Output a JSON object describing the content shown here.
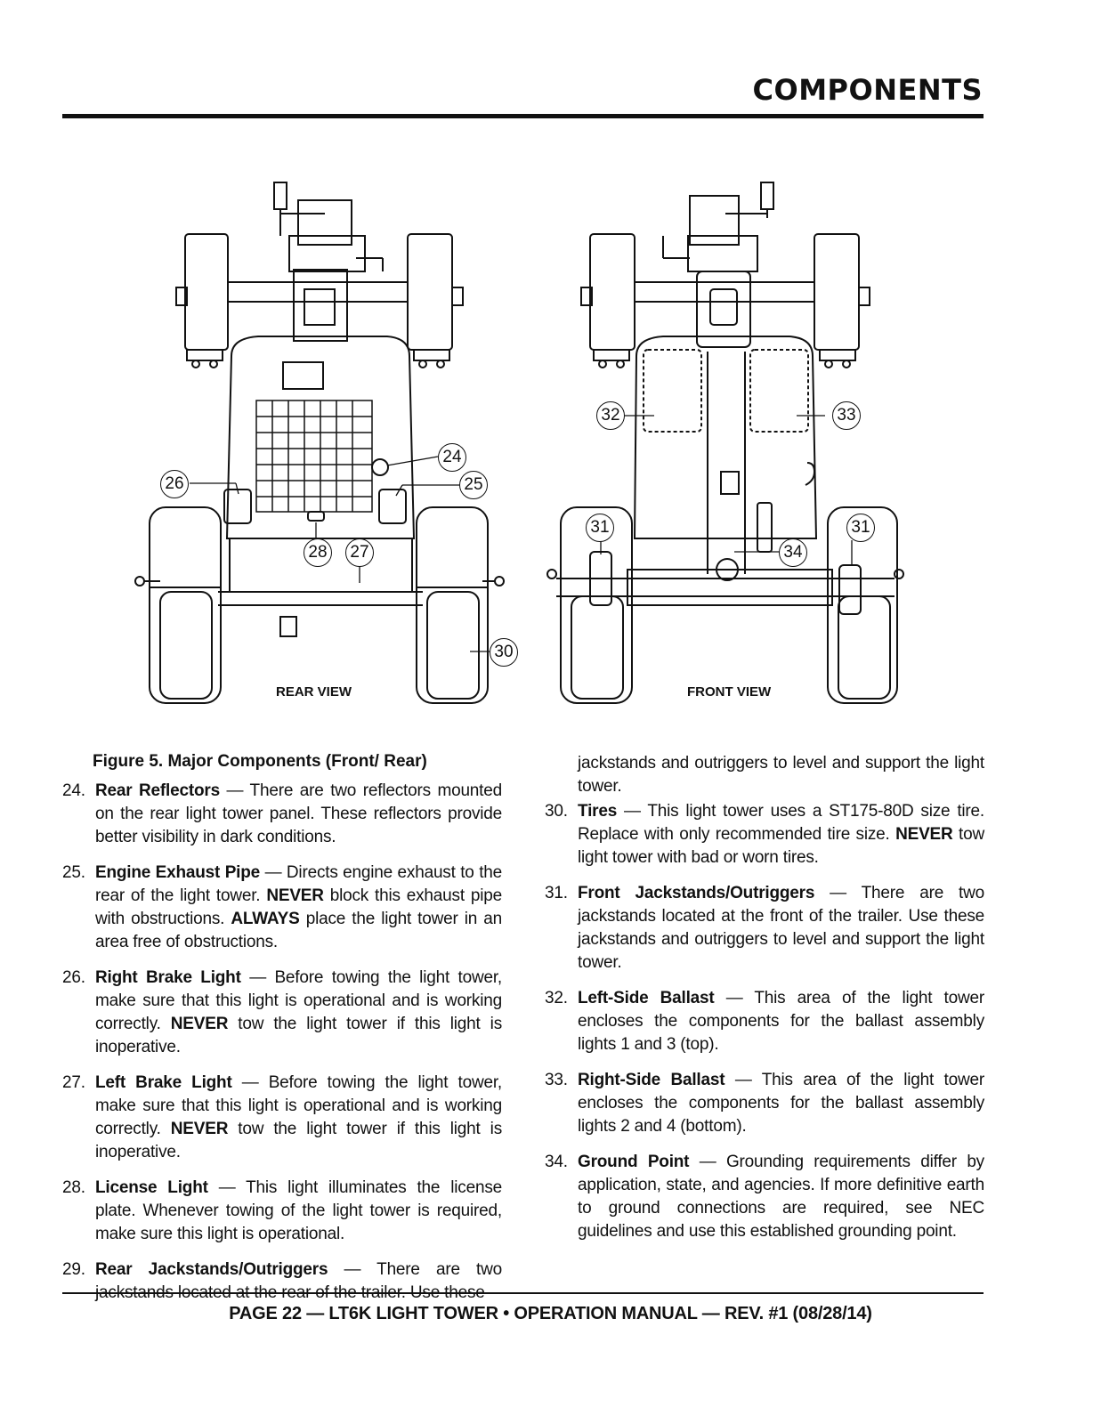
{
  "header": {
    "title": "COMPONENTS"
  },
  "figure": {
    "rear_label": "REAR VIEW",
    "front_label": "FRONT VIEW",
    "callouts": {
      "c24": "24",
      "c25": "25",
      "c26": "26",
      "c27": "27",
      "c28": "28",
      "c30": "30",
      "c31a": "31",
      "c31b": "31",
      "c32": "32",
      "c33": "33",
      "c34": "34"
    },
    "caption": "Figure 5. Major Components (Front/ Rear)"
  },
  "items": {
    "i24": {
      "num": "24.",
      "name": "Rear Reflectors",
      "text": " — There are two reflectors mounted on the rear light tower panel. These reflectors provide better visibility in dark conditions."
    },
    "i25": {
      "num": "25.",
      "name": "Engine Exhaust Pipe",
      "t1": " — Directs engine exhaust to the rear of the light tower. ",
      "s1": "NEVER",
      "t2": " block this exhaust pipe with obstructions. ",
      "s2": "ALWAYS",
      "t3": " place the light tower in an area free of obstructions."
    },
    "i26": {
      "num": "26.",
      "name": "Right Brake Light",
      "t1": " — Before towing the light tower, make sure that this light is operational and is working correctly. ",
      "s1": "NEVER",
      "t2": " tow the light tower if this light is inoperative."
    },
    "i27": {
      "num": "27.",
      "name": "Left Brake Light",
      "t1": " — Before towing the light tower, make sure that this light is operational and is working correctly. ",
      "s1": "NEVER",
      "t2": " tow the light tower if this light is inoperative."
    },
    "i28": {
      "num": "28.",
      "name": "License Light",
      "text": " — This light illuminates the license plate. Whenever towing of the light tower is required, make sure this light is operational."
    },
    "i29": {
      "num": "29.",
      "name": "Rear Jackstands/Outriggers",
      "text": " — There are two jackstands located at the rear of the trailer. Use these"
    },
    "i29_cont": "jackstands and outriggers to level and support the light tower.",
    "i30": {
      "num": "30.",
      "name": "Tires",
      "t1": " — This light tower uses a ST175-80D size tire. Replace with only recommended tire size. ",
      "s1": "NEVER",
      "t2": " tow light tower with bad or worn tires."
    },
    "i31": {
      "num": "31.",
      "name": "Front Jackstands/Outriggers",
      "text": " — There are two jackstands located at the front of the trailer. Use these jackstands and outriggers to level and support the light tower."
    },
    "i32": {
      "num": "32.",
      "name": "Left-Side Ballast",
      "text": " — This area of the light tower encloses the components for the ballast assembly lights 1 and 3 (top)."
    },
    "i33": {
      "num": "33.",
      "name": "Right-Side Ballast",
      "text": " — This area of the light tower encloses the components for the ballast assembly lights 2 and 4 (bottom)."
    },
    "i34": {
      "num": "34.",
      "name": "Ground Point",
      "text": " — Grounding requirements differ by application, state, and agencies. If more definitive earth to ground connections are required, see NEC guidelines and use this established grounding point."
    }
  },
  "footer": {
    "text": "PAGE 22 — LT6K LIGHT TOWER • OPERATION MANUAL — REV. #1 (08/28/14)"
  }
}
